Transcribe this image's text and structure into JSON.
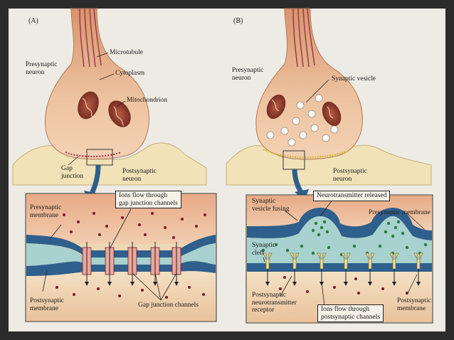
{
  "panel_a": {
    "letter": "(A)",
    "presynaptic_neuron": [
      "Presynaptic",
      "neuron"
    ],
    "microtubule": "Microtubule",
    "cytoplasm": "Cytoplasm",
    "mitochondrion": "Mitochondrion",
    "gap_junction": [
      "Gap",
      "junction"
    ],
    "postsynaptic_neuron": [
      "Postsynaptic",
      "neuron"
    ],
    "ions_flow": [
      "Ions flow through",
      "gap junction channels"
    ],
    "presynaptic_membrane": [
      "Presynaptic",
      "membrane"
    ],
    "postsynaptic_membrane": [
      "Postsynaptic",
      "membrane"
    ],
    "gap_junction_channels": "Gap junction channels"
  },
  "panel_b": {
    "letter": "(B)",
    "presynaptic_neuron": [
      "Presynaptic",
      "neuron"
    ],
    "synaptic_vesicle": "Synaptic vesicle",
    "postsynaptic_neuron": [
      "Postsynaptic",
      "neuron"
    ],
    "neurotransmitter_released": "Neurotransmitter released",
    "synaptic_vesicle_fusing": [
      "Synaptic",
      "vesicle fusing"
    ],
    "presynaptic_membrane": "Presynaptic membrane",
    "synaptic_cleft": [
      "Synaptic",
      "cleft"
    ],
    "postsynaptic_receptor": [
      "Postsynaptic",
      "neurotransmitter",
      "receptor"
    ],
    "ions_flow": [
      "Ions flow through",
      "postsynaptic channels"
    ],
    "postsynaptic_membrane": [
      "Postsynaptic",
      "membrane"
    ]
  },
  "colors": {
    "neuron": "#e8b48f",
    "postsynaptic": "#f1e2b8",
    "membrane_blue": "#2f5f8c",
    "cleft": "#a7d2cf",
    "mitochondrion": "#8b3a2e",
    "vesicle": "#ffffff",
    "neurotransmitter": "#2d7a3e",
    "ion": "#7a1d2c"
  }
}
